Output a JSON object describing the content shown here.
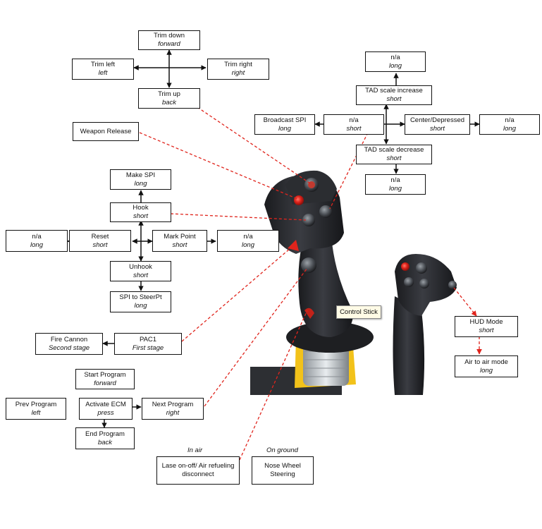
{
  "colors": {
    "stick_body": "#2a2c30",
    "button_red": "#e0241c",
    "base_yellow": "#f2c21a",
    "leader_red": "#e0241c"
  },
  "boxes": {
    "trim_down": {
      "label": "Trim down",
      "sub": "forward"
    },
    "trim_left": {
      "label": "Trim left",
      "sub": "left"
    },
    "trim_right": {
      "label": "Trim right",
      "sub": "right"
    },
    "trim_up": {
      "label": "Trim up",
      "sub": "back"
    },
    "weapon_release": {
      "label": "Weapon Release",
      "sub": ""
    },
    "tad_long": {
      "label": "n/a",
      "sub": "long"
    },
    "tad_scale_inc": {
      "label": "TAD scale increase",
      "sub": "short"
    },
    "broadcast_spi": {
      "label": "Broadcast SPI",
      "sub": "long"
    },
    "tad_na_short": {
      "label": "n/a",
      "sub": "short"
    },
    "center_depressed": {
      "label": "Center/Depressed",
      "sub": "short"
    },
    "tad_right_long": {
      "label": "n/a",
      "sub": "long"
    },
    "tad_scale_dec": {
      "label": "TAD scale decrease",
      "sub": "short"
    },
    "tad_bottom_long": {
      "label": "n/a",
      "sub": "long"
    },
    "make_spi": {
      "label": "Make SPI",
      "sub": "long"
    },
    "hook": {
      "label": "Hook",
      "sub": "short"
    },
    "reset_na": {
      "label": "n/a",
      "sub": "long"
    },
    "reset": {
      "label": "Reset",
      "sub": "short"
    },
    "mark_point": {
      "label": "Mark Point",
      "sub": "short"
    },
    "mark_na": {
      "label": "n/a",
      "sub": "long"
    },
    "unhook": {
      "label": "Unhook",
      "sub": "short"
    },
    "spi_to_steerpt": {
      "label": "SPI to SteerPt",
      "sub": "long"
    },
    "fire_cannon": {
      "label": "Fire Cannon",
      "sub": "Second stage"
    },
    "pac1": {
      "label": "PAC1",
      "sub": "First stage"
    },
    "start_program": {
      "label": "Start Program",
      "sub": "forward"
    },
    "prev_program": {
      "label": "Prev Program",
      "sub": "left"
    },
    "activate_ecm": {
      "label": "Activate ECM",
      "sub": "press"
    },
    "next_program": {
      "label": "Next Program",
      "sub": "right"
    },
    "end_program": {
      "label": "End Program",
      "sub": "back"
    },
    "hud_mode": {
      "label": "HUD Mode",
      "sub": "short"
    },
    "air_to_air": {
      "label": "Air to air mode",
      "sub": "long"
    },
    "lase": {
      "label": "Lase on-off/ Air refueling disconnect",
      "sub": ""
    },
    "nose_wheel": {
      "label": "Nose Wheel Steering",
      "sub": ""
    }
  },
  "labels": {
    "in_air": "In air",
    "on_ground": "On ground"
  },
  "tooltip": "Control Stick"
}
